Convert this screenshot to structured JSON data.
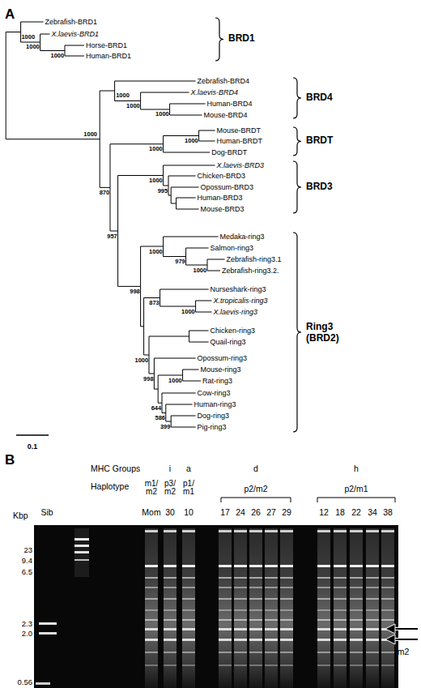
{
  "diagram": {
    "labels": [
      "A",
      "Zebrafish-BRD1",
      "1000",
      "X.laevis-BRD1",
      "1000",
      "1000",
      "Horse-BRD1",
      "Human-BRD1",
      "BRD1",
      "1000",
      "Zebrafish-BRD4",
      "1000",
      "X.laevis-BRD4",
      "1000",
      "Human-BRD4",
      "1000",
      "Mouse-BRD4",
      "BRD4",
      "Mouse-BRDT",
      "1000",
      "1000",
      "Human-BRDT",
      "Dog-BRDT",
      "BRDT",
      "870",
      "X.laevis-BRD3",
      "1000",
      "Chicken-BRD3",
      "Opossum-BRD3",
      "995",
      "Human-BRD3",
      "Mouse-BRD3",
      "BRD3",
      "957",
      "Medaka-ring3",
      "1000",
      "Salmon-ring3",
      "979",
      "Zebrafish-ring3.1",
      "1000",
      "Zebrafish-ring3.2.",
      "998",
      "Nurseshark-ring3",
      "873",
      "X.tropicalis-ring3",
      "1000",
      "X.laevis-ring3",
      "1000",
      "Chicken-ring3",
      "Quail-ring3",
      "998",
      "Opossum-ring3",
      "Mouse-ring3",
      "1000",
      "Rat-ring3",
      "644",
      "Cow-ring3",
      "586",
      "Human-ring3",
      "Dog-ring3",
      "399",
      "Pig-ring3",
      "Ring3 (BRD2)",
      "0.1",
      "B",
      "MHC Groups",
      "i",
      "a",
      "d",
      "h",
      "Haplotype",
      "m1/ m2",
      "p3/ m2",
      "p1/ m1",
      "p2/m2",
      "p2/m1",
      "Kbp",
      "Sib",
      "Mom",
      "30",
      "10",
      "17",
      "24",
      "26",
      "27",
      "29",
      "12",
      "18",
      "22",
      "34",
      "38",
      "23",
      "9.4",
      "6.5",
      "2.3",
      "2.0",
      "0.56",
      "m2"
    ]
  }
}
